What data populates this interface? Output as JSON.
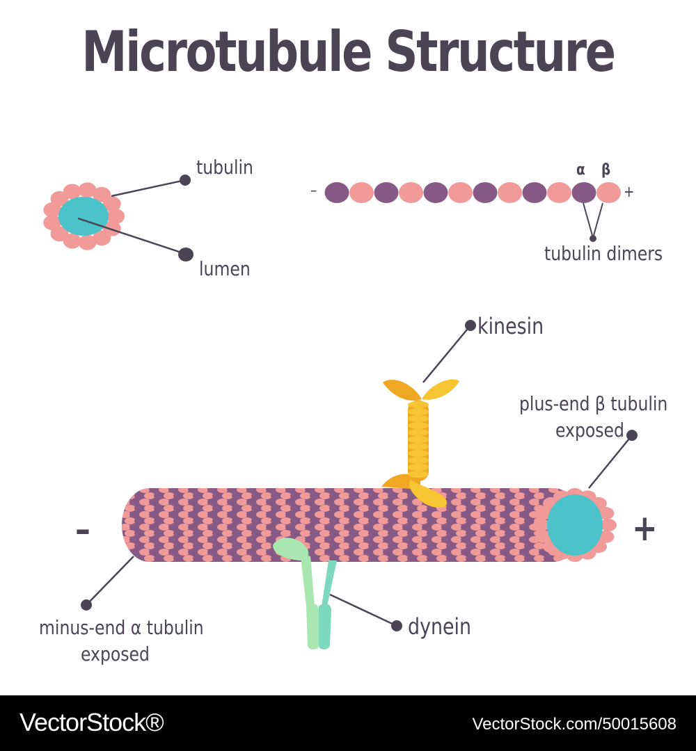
{
  "title": "Microtubule Structure",
  "labels": {
    "tubulin": "tubulin",
    "lumen": "lumen",
    "alpha": "α",
    "beta": "β",
    "minus_symbol": "–",
    "plus_symbol": "+",
    "tubulin_dimers": "tubulin dimers",
    "kinesin": "kinesin",
    "plus_end_line1": "plus-end β tubulin",
    "plus_end_line2": "exposed",
    "minus_end_line1": "minus-end α tubulin",
    "minus_end_line2": "exposed",
    "dynein": "dynein",
    "big_minus": "–",
    "big_plus": "+"
  },
  "footer": {
    "brand": "VectorStock®",
    "ref": "VectorStock.com/50015608"
  },
  "colors": {
    "alpha_tubulin": "#875a86",
    "beta_tubulin": "#f09a9a",
    "lumen": "#4cc3c8",
    "kinesin_light": "#f7c434",
    "kinesin_dark": "#f0a823",
    "dynein_light": "#a8e8b0",
    "dynein_dark": "#7dd8be",
    "text": "#4a4455"
  }
}
